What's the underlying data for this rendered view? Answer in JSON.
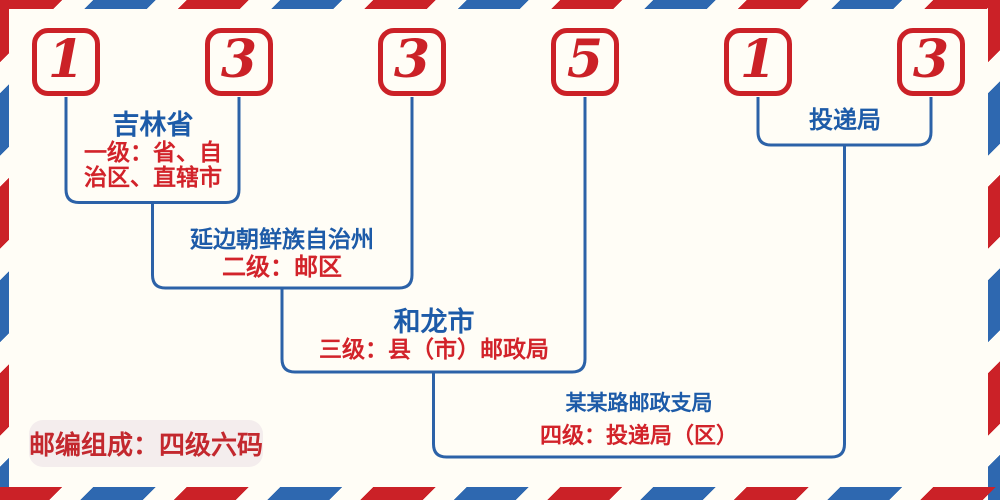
{
  "diagram": {
    "postal_code": "133513",
    "digits": [
      "1",
      "3",
      "3",
      "5",
      "1",
      "3"
    ],
    "levels": [
      {
        "title": "吉林省",
        "desc_line1": "一级：省、自",
        "desc_line2": "治区、直辖市"
      },
      {
        "title": "延边朝鲜族自治州",
        "desc_line1": "二级：邮区"
      },
      {
        "title": "和龙市",
        "desc_line1": "三级：县（市）邮政局"
      },
      {
        "title": "某某路邮政支局",
        "desc_line1": "四级：投递局（区）"
      },
      {
        "title": "投递局"
      }
    ],
    "badge": "邮编组成：四级六码"
  },
  "colors": {
    "stripe_red": "#cb2127",
    "stripe_blue": "#2e68b0",
    "box_border_red": "#cb2127",
    "digit_red": "#cb2127",
    "connector_blue": "#2c62a8",
    "title_blue": "#1d5ba8",
    "desc_red": "#d2232a",
    "badge_bg": "#f4eded",
    "badge_text_red": "#c3282e",
    "background": "#fffdf6"
  }
}
